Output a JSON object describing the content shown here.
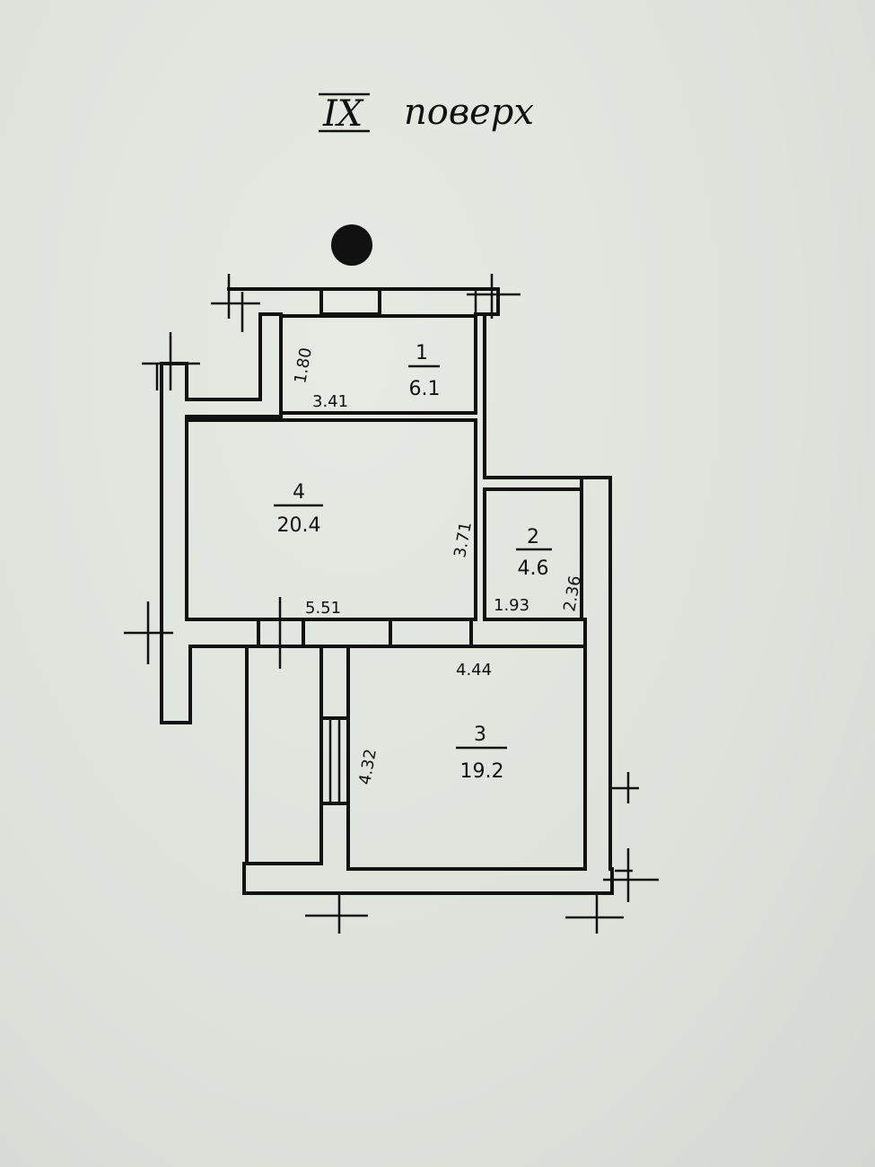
{
  "title": {
    "floor_numeral": "IX",
    "floor_word": "поверх"
  },
  "rooms": [
    {
      "number": "1",
      "area": "6.1",
      "dims": [
        "3.41",
        "1.80"
      ]
    },
    {
      "number": "2",
      "area": "4.6",
      "dims": [
        "1.93",
        "2.36"
      ]
    },
    {
      "number": "3",
      "area": "19.2",
      "dims": [
        "4.44",
        "4.32"
      ]
    },
    {
      "number": "4",
      "area": "20.4",
      "dims": [
        "5.51",
        "3.71"
      ]
    }
  ],
  "icons": {
    "north_marker": "filled-circle-icon"
  }
}
